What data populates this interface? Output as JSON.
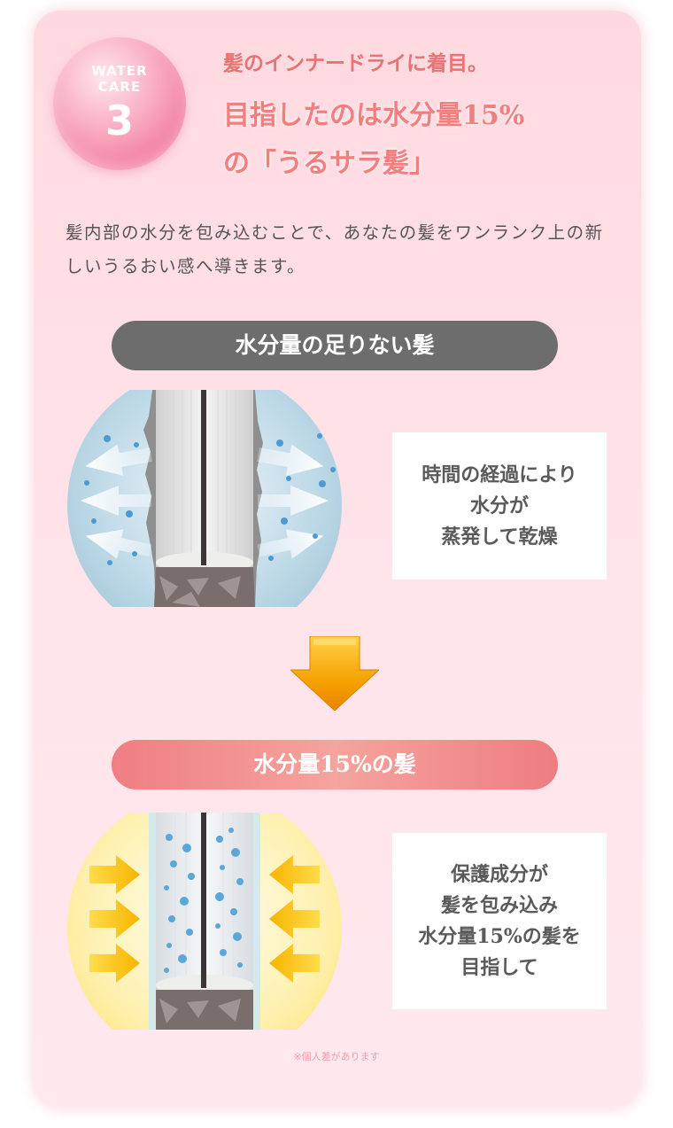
{
  "badge": {
    "line1": "WATER",
    "line2": "CARE",
    "number": "3"
  },
  "heading": {
    "sub": "髪のインナードライに着目。",
    "main_line1": "目指したのは水分量15%",
    "main_line2": "の「うるサラ髪」"
  },
  "description": "髪内部の水分を包み込むことで、あなたの髪をワンランク上の新しいうるおい感へ導きます。",
  "section1": {
    "label": "水分量の足りない髪",
    "info_lines": [
      "時間の経過により",
      "水分が",
      "蒸発して乾燥"
    ]
  },
  "section2": {
    "label": "水分量15%の髪",
    "info_lines": [
      "保護成分が",
      "髪を包み込み",
      "水分量15%の髪を",
      "目指して"
    ]
  },
  "footnote": "※個人差があります",
  "colors": {
    "accent_pink": "#f27e7e",
    "gray_pill": "#6e6d6d",
    "arrow_orange": "#f29a00"
  }
}
